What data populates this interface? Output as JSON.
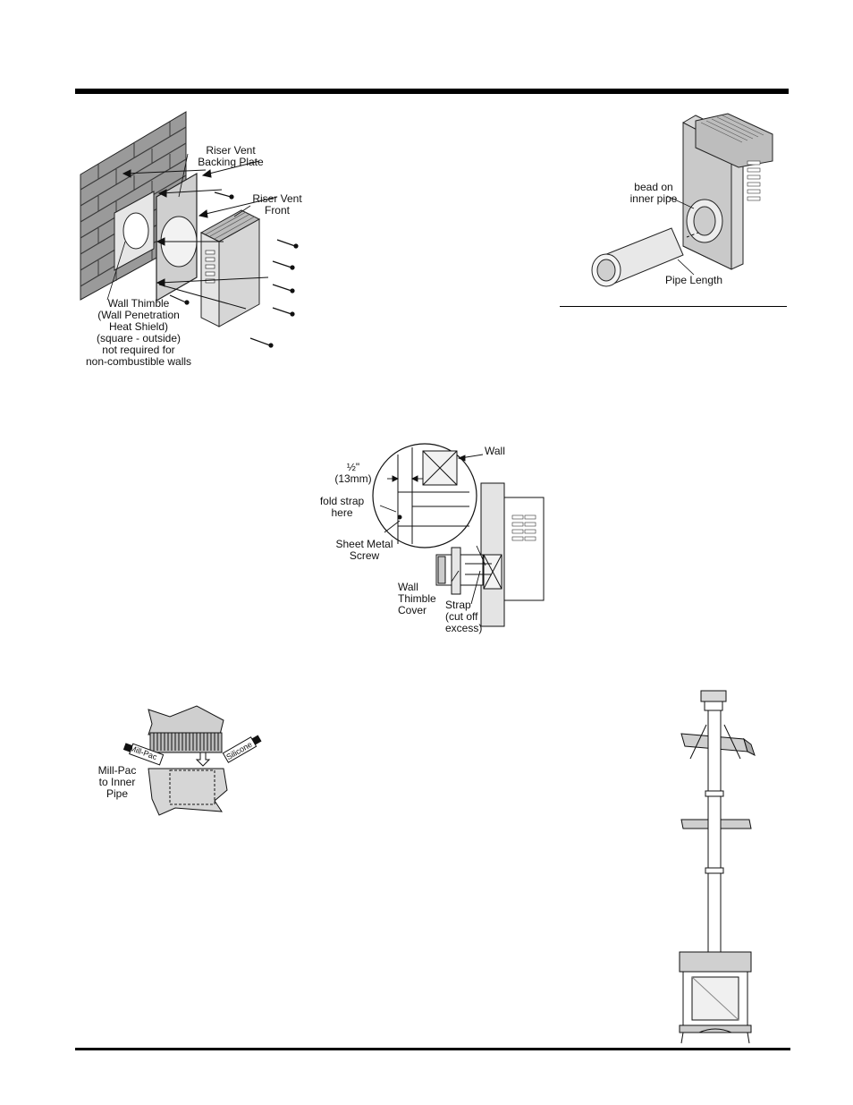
{
  "figures": {
    "riser_vent": {
      "backing_plate_label": "Riser Vent\nBacking Plate",
      "front_label": "Riser Vent\nFront",
      "thimble_label": "Wall Thimble\n(Wall Penetration\nHeat Shield)\n(square - outside)\nnot required for\nnon-combustible walls"
    },
    "pipe_connection": {
      "bead_label": "bead on\ninner pipe",
      "pipe_length_label": "Pipe Length"
    },
    "wall_strap": {
      "dimension_label": "½\"\n(13mm)",
      "wall_label": "Wall",
      "fold_label": "fold strap\nhere",
      "screw_label": "Sheet Metal\nScrew",
      "thimble_cover_label": "Wall\nThimble\nCover",
      "strap_label": "Strap\n(cut off\nexcess)"
    },
    "sealant": {
      "millpac_label": "Mill-Pac\nto Inner\nPipe",
      "tube_left_text": "Mill-Pac",
      "tube_right_text": "Silicone"
    },
    "vertical_install": {}
  }
}
